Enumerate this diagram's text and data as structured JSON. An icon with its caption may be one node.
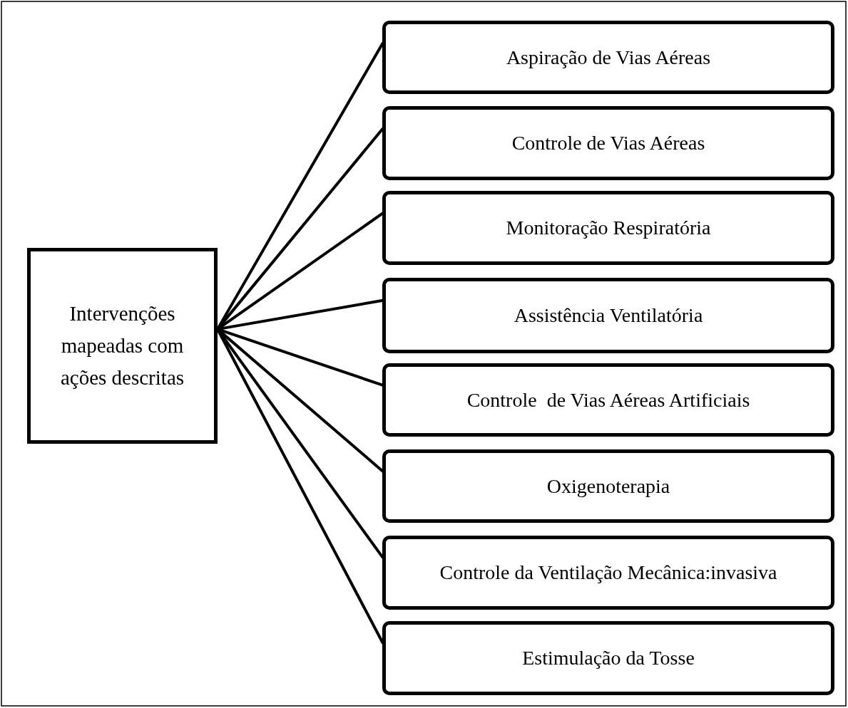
{
  "diagram": {
    "nodes": [
      {
        "text": [
          "Intervenções mapeadas com ações descritas"
        ]
      },
      {
        "text": [
          "Aspiração de Vias Aéreas"
        ]
      },
      {
        "text": [
          "Controle de Vias Aéreas"
        ]
      },
      {
        "text": [
          "Monitoração Respiratória"
        ]
      },
      {
        "text": [
          "Assistência Ventilatória"
        ]
      },
      {
        "text": [
          "Controle  de Vias Aéreas Artificiais"
        ]
      },
      {
        "text": [
          "Oxigenoterapia"
        ]
      },
      {
        "text": [
          "Controle da Ventilação Mecânica:invasiva"
        ]
      },
      {
        "text": [
          "Estimulação da Tosse"
        ]
      }
    ],
    "edges": [
      {
        "from": 0,
        "to": 1,
        "arrow": "none"
      },
      {
        "from": 0,
        "to": 2,
        "arrow": "none"
      },
      {
        "from": 0,
        "to": 3,
        "arrow": "none"
      },
      {
        "from": 0,
        "to": 4,
        "arrow": "none"
      },
      {
        "from": 0,
        "to": 5,
        "arrow": "none"
      },
      {
        "from": 0,
        "to": 6,
        "arrow": "none"
      },
      {
        "from": 0,
        "to": 7,
        "arrow": "none"
      },
      {
        "from": 0,
        "to": 8,
        "arrow": "none"
      }
    ]
  }
}
